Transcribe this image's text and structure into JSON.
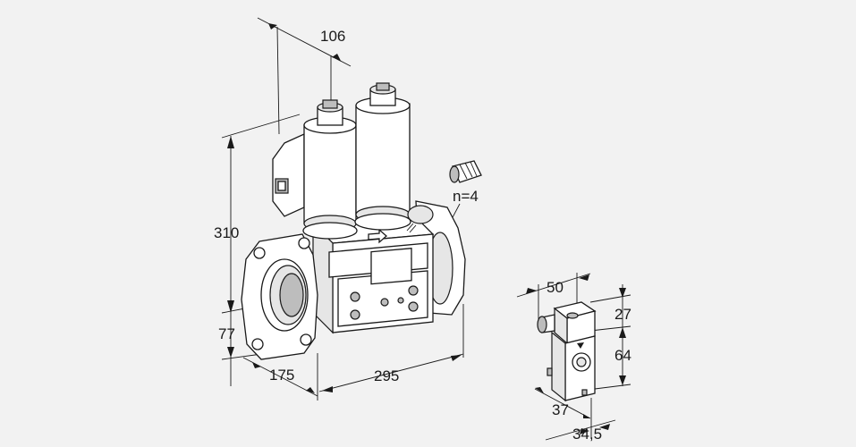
{
  "dimensions": {
    "width_top": "106",
    "height_total": "310",
    "height_flange": "77",
    "depth_flange": "175",
    "length": "295",
    "connector_count": "n=4",
    "plug_width": "50",
    "plug_height_top": "27",
    "plug_height_body": "64",
    "plug_depth": "37",
    "plug_width_bottom": "34,5"
  }
}
